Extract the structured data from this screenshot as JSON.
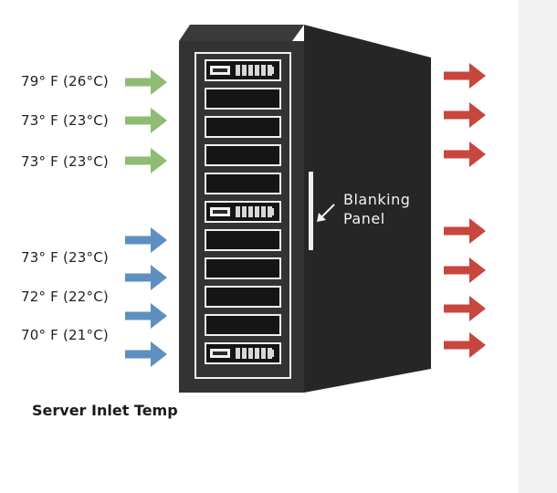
{
  "inlet_labels": [
    "79° F (26°C)",
    "73° F (23°C)",
    "73° F (23°C)",
    "73° F (23°C)",
    "72° F (22°C)",
    "70° F (21°C)"
  ],
  "blanking_label": {
    "line1": "Blanking",
    "line2": "Panel"
  },
  "caption": "Server Inlet Temp",
  "colors": {
    "warm_inlet": "#8dbc72",
    "cool_inlet": "#5e8fc1",
    "exhaust": "#c8463e",
    "rack_body": "#333333",
    "rack_side": "#262626",
    "slot_fill": "#151515"
  },
  "rack": {
    "slots": [
      "server",
      "blank",
      "blank",
      "blank",
      "blank",
      "blank",
      "server",
      "blank",
      "blank",
      "blank",
      "blank",
      "blank",
      "blank",
      "server"
    ]
  }
}
